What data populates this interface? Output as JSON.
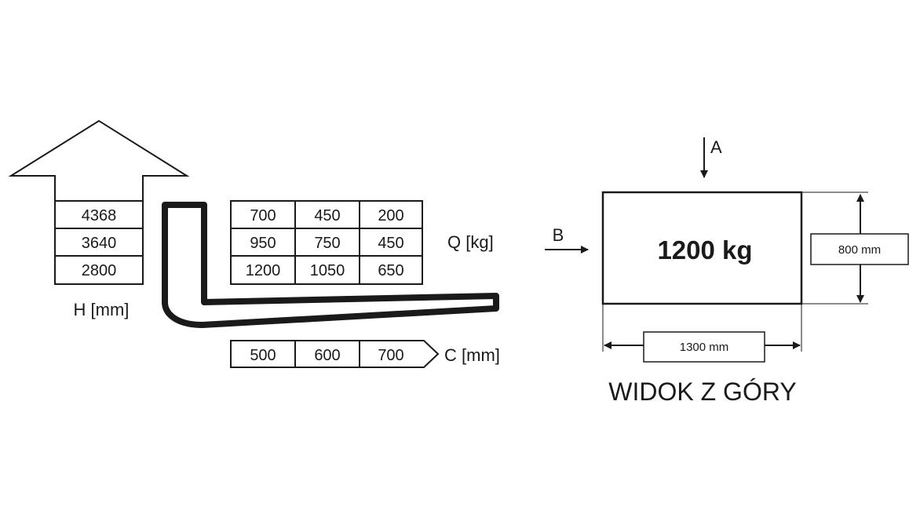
{
  "height": {
    "label": "H [mm]",
    "values": [
      "4368",
      "3640",
      "2800"
    ]
  },
  "capacity": {
    "label": "Q [kg]",
    "rows": [
      [
        "700",
        "450",
        "200"
      ],
      [
        "950",
        "750",
        "450"
      ],
      [
        "1200",
        "1050",
        "650"
      ]
    ]
  },
  "center": {
    "label": "C [mm]",
    "values": [
      "500",
      "600",
      "700"
    ]
  },
  "top_view": {
    "load_label": "1200 kg",
    "arrow_a": "A",
    "arrow_b": "B",
    "width_label": "1300 mm",
    "depth_label": "800 mm",
    "caption": "WIDOK Z GÓRY"
  }
}
